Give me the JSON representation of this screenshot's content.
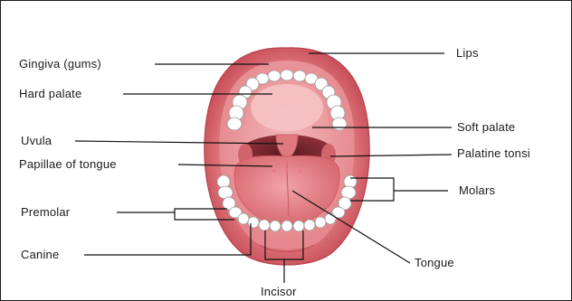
{
  "labels": {
    "gingiva": "Gingiva (gums)",
    "hard_palate": "Hard palate",
    "uvula": "Uvula",
    "papillae": "Papillae of tongue",
    "premolar": "Premolar",
    "canine": "Canine",
    "incisor": "Incisor",
    "lips": "Lips",
    "soft_palate": "Soft palate",
    "palatine_tonsil": "Palatine tonsi",
    "molars": "Molars",
    "tongue": "Tongue"
  }
}
